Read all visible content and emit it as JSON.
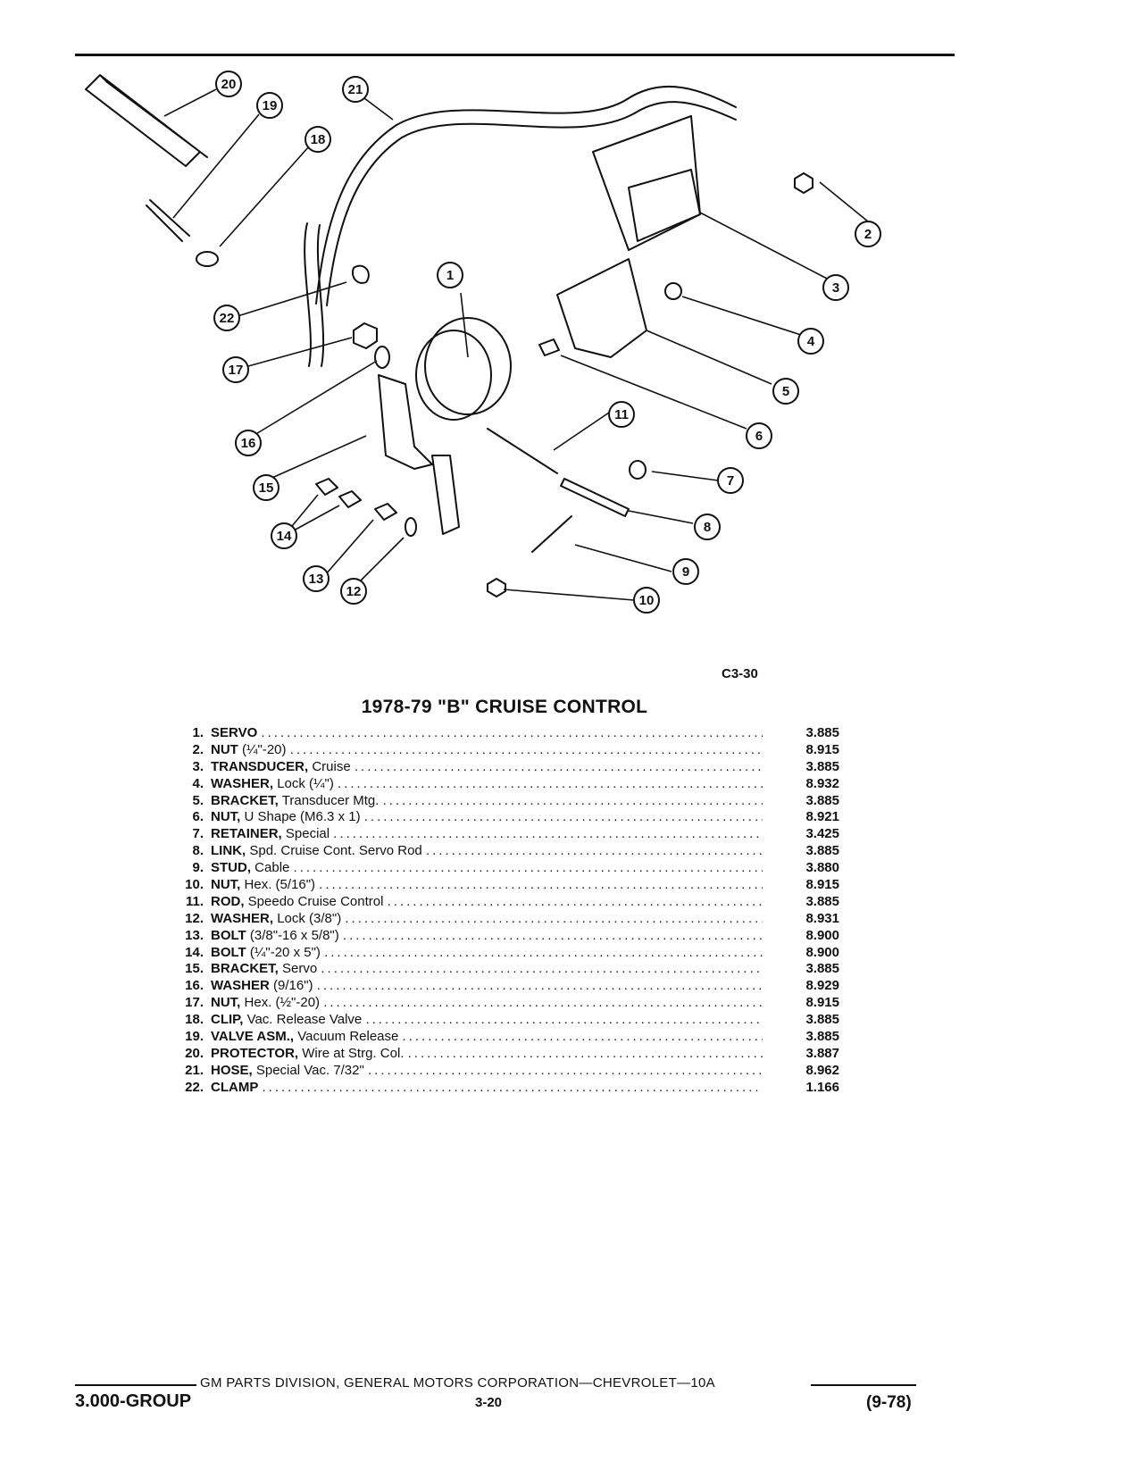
{
  "diagram": {
    "figure_code": "C3-30",
    "callouts": [
      "1",
      "2",
      "3",
      "4",
      "5",
      "6",
      "7",
      "8",
      "9",
      "10",
      "11",
      "12",
      "13",
      "14",
      "15",
      "16",
      "17",
      "18",
      "19",
      "20",
      "21",
      "22"
    ]
  },
  "title": "1978-79 \"B\" CRUISE CONTROL",
  "parts": [
    {
      "num": "1.",
      "name": "SERVO",
      "desc": "",
      "code": "3.885"
    },
    {
      "num": "2.",
      "name": "NUT",
      "desc": "(¼\"-20)",
      "code": "8.915"
    },
    {
      "num": "3.",
      "name": "TRANSDUCER,",
      "desc": "Cruise",
      "code": "3.885"
    },
    {
      "num": "4.",
      "name": "WASHER,",
      "desc": "Lock (¼\")",
      "code": "8.932"
    },
    {
      "num": "5.",
      "name": "BRACKET,",
      "desc": "Transducer Mtg.",
      "code": "3.885"
    },
    {
      "num": "6.",
      "name": "NUT,",
      "desc": "U Shape (M6.3 x 1)",
      "code": "8.921"
    },
    {
      "num": "7.",
      "name": "RETAINER,",
      "desc": "Special",
      "code": "3.425"
    },
    {
      "num": "8.",
      "name": "LINK,",
      "desc": "Spd. Cruise Cont. Servo Rod",
      "code": "3.885"
    },
    {
      "num": "9.",
      "name": "STUD,",
      "desc": "Cable",
      "code": "3.880"
    },
    {
      "num": "10.",
      "name": "NUT,",
      "desc": "Hex. (5/16\")",
      "code": "8.915"
    },
    {
      "num": "11.",
      "name": "ROD,",
      "desc": "Speedo Cruise Control",
      "code": "3.885"
    },
    {
      "num": "12.",
      "name": "WASHER,",
      "desc": "Lock (3/8\")",
      "code": "8.931"
    },
    {
      "num": "13.",
      "name": "BOLT",
      "desc": "(3/8\"-16 x 5/8\")",
      "code": "8.900"
    },
    {
      "num": "14.",
      "name": "BOLT",
      "desc": "(¼\"-20 x 5\")",
      "code": "8.900"
    },
    {
      "num": "15.",
      "name": "BRACKET,",
      "desc": "Servo",
      "code": "3.885"
    },
    {
      "num": "16.",
      "name": "WASHER",
      "desc": "(9/16\")",
      "code": "8.929"
    },
    {
      "num": "17.",
      "name": "NUT,",
      "desc": "Hex. (½\"-20)",
      "code": "8.915"
    },
    {
      "num": "18.",
      "name": "CLIP,",
      "desc": "Vac. Release Valve",
      "code": "3.885"
    },
    {
      "num": "19.",
      "name": "VALVE ASM.,",
      "desc": "Vacuum Release",
      "code": "3.885"
    },
    {
      "num": "20.",
      "name": "PROTECTOR,",
      "desc": "Wire at Strg. Col.",
      "code": "3.887"
    },
    {
      "num": "21.",
      "name": "HOSE,",
      "desc": "Special Vac. 7/32\"",
      "code": "8.962"
    },
    {
      "num": "22.",
      "name": "CLAMP",
      "desc": "",
      "code": "1.166"
    }
  ],
  "footer": {
    "publisher": "GM PARTS DIVISION, GENERAL MOTORS CORPORATION—CHEVROLET—10A",
    "group": "3.000-GROUP",
    "page": "3-20",
    "date": "(9-78)"
  }
}
